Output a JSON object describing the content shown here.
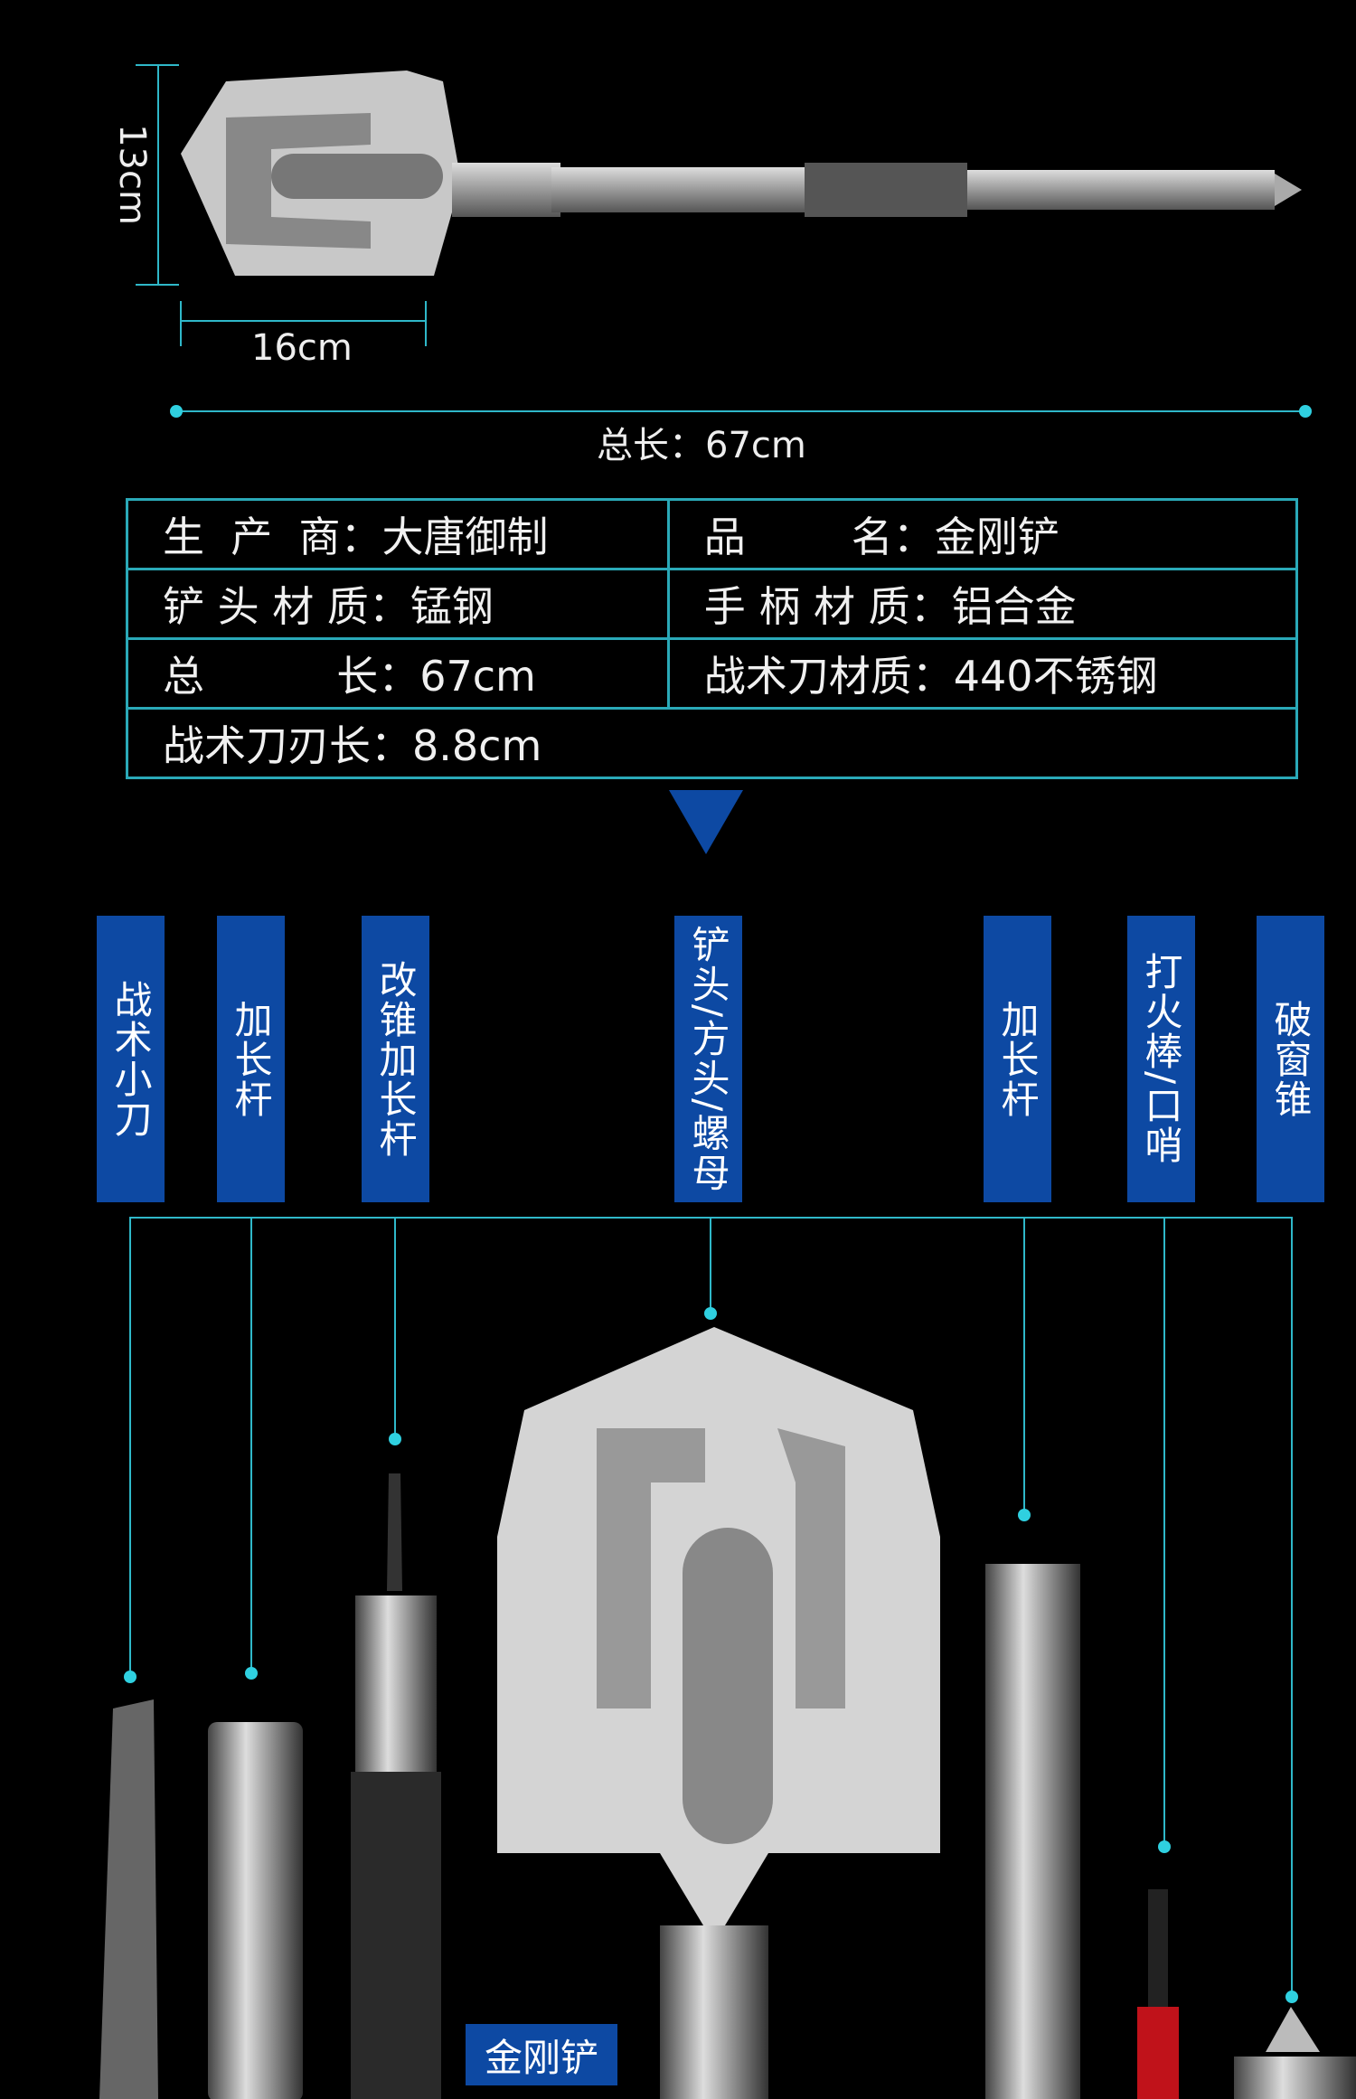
{
  "dimensions": {
    "height": "13cm",
    "width": "16cm",
    "total": "总长：67cm"
  },
  "specs": {
    "rows": [
      [
        "生  产  商：大唐御制",
        "品        名：金刚铲"
      ],
      [
        "铲 头 材 质：锰钢",
        "手 柄 材 质：铝合金"
      ],
      [
        "总          长：67cm",
        "战术刀材质：440不锈钢"
      ],
      [
        "战术刀刃长：8.8cm"
      ]
    ]
  },
  "parts": [
    "战术小刀",
    "加长杆",
    "改锥加长杆",
    "铲头/方头/螺母",
    "加长杆",
    "打火棒/口哨",
    "破窗锥"
  ],
  "product_label": "金刚铲",
  "colors": {
    "accent": "#2fb8c9",
    "tag": "#0d49a3"
  }
}
